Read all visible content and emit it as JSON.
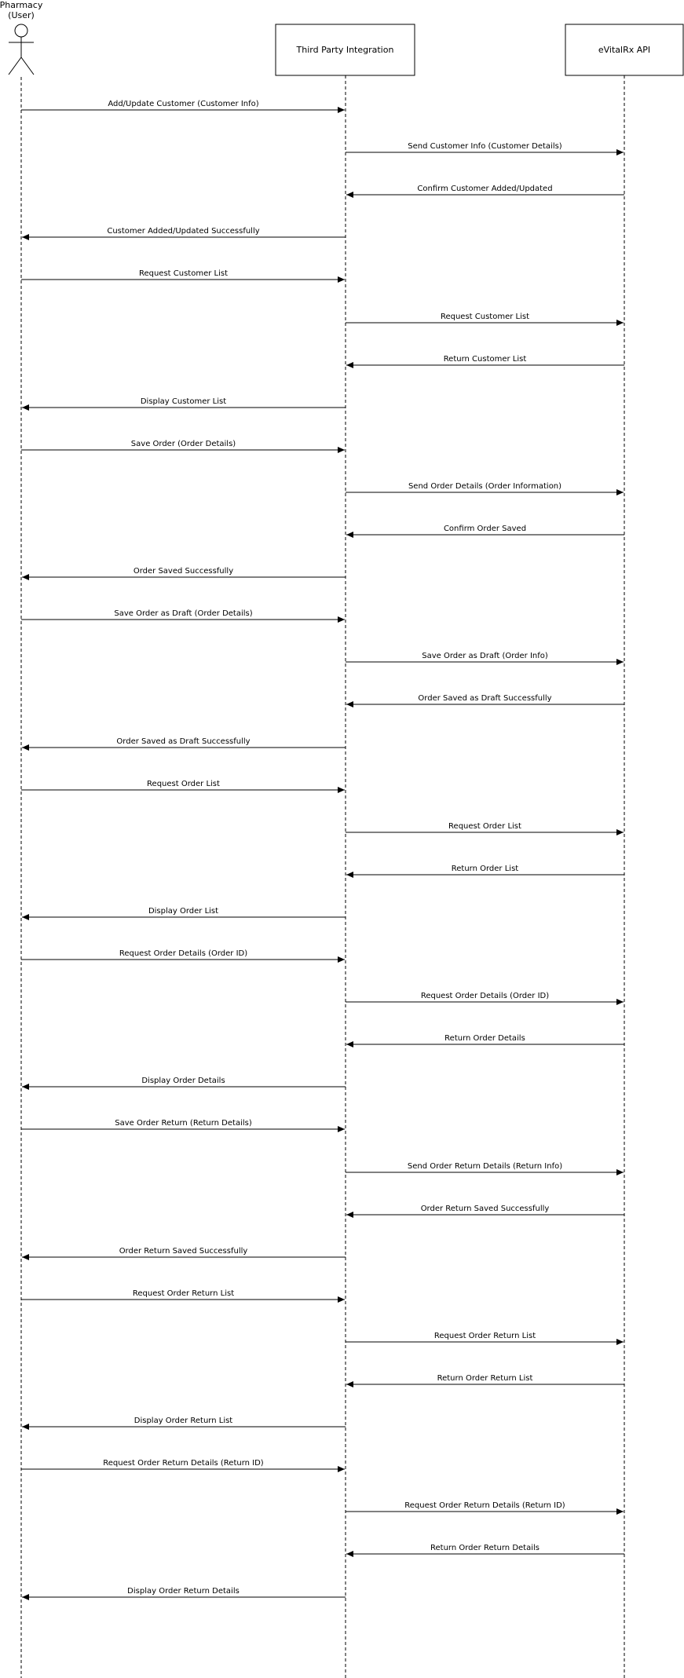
{
  "participants": [
    {
      "id": "user",
      "label_line1": "Pharmacy",
      "label_line2": "(User)",
      "kind": "actor"
    },
    {
      "id": "tpi",
      "label": "Third Party Integration",
      "kind": "box"
    },
    {
      "id": "api",
      "label": "eVitalRx API",
      "kind": "box"
    }
  ],
  "messages": [
    {
      "from": "user",
      "to": "tpi",
      "text": "Add/Update Customer (Customer Info)"
    },
    {
      "from": "tpi",
      "to": "api",
      "text": "Send Customer Info (Customer Details)"
    },
    {
      "from": "api",
      "to": "tpi",
      "text": "Confirm Customer Added/Updated"
    },
    {
      "from": "tpi",
      "to": "user",
      "text": "Customer Added/Updated Successfully"
    },
    {
      "from": "user",
      "to": "tpi",
      "text": "Request Customer List"
    },
    {
      "from": "tpi",
      "to": "api",
      "text": "Request Customer List"
    },
    {
      "from": "api",
      "to": "tpi",
      "text": "Return Customer List"
    },
    {
      "from": "tpi",
      "to": "user",
      "text": "Display Customer List"
    },
    {
      "from": "user",
      "to": "tpi",
      "text": "Save Order (Order Details)"
    },
    {
      "from": "tpi",
      "to": "api",
      "text": "Send Order Details (Order Information)"
    },
    {
      "from": "api",
      "to": "tpi",
      "text": "Confirm Order Saved"
    },
    {
      "from": "tpi",
      "to": "user",
      "text": "Order Saved Successfully"
    },
    {
      "from": "user",
      "to": "tpi",
      "text": "Save Order as Draft (Order Details)"
    },
    {
      "from": "tpi",
      "to": "api",
      "text": "Save Order as Draft (Order Info)"
    },
    {
      "from": "api",
      "to": "tpi",
      "text": "Order Saved as Draft Successfully"
    },
    {
      "from": "tpi",
      "to": "user",
      "text": "Order Saved as Draft Successfully"
    },
    {
      "from": "user",
      "to": "tpi",
      "text": "Request Order List"
    },
    {
      "from": "tpi",
      "to": "api",
      "text": "Request Order List"
    },
    {
      "from": "api",
      "to": "tpi",
      "text": "Return Order List"
    },
    {
      "from": "tpi",
      "to": "user",
      "text": "Display Order List"
    },
    {
      "from": "user",
      "to": "tpi",
      "text": "Request Order Details (Order ID)"
    },
    {
      "from": "tpi",
      "to": "api",
      "text": "Request Order Details (Order ID)"
    },
    {
      "from": "api",
      "to": "tpi",
      "text": "Return Order Details"
    },
    {
      "from": "tpi",
      "to": "user",
      "text": "Display Order Details"
    },
    {
      "from": "user",
      "to": "tpi",
      "text": "Save Order Return (Return Details)"
    },
    {
      "from": "tpi",
      "to": "api",
      "text": "Send Order Return Details (Return Info)"
    },
    {
      "from": "api",
      "to": "tpi",
      "text": "Order Return Saved Successfully"
    },
    {
      "from": "tpi",
      "to": "user",
      "text": "Order Return Saved Successfully"
    },
    {
      "from": "user",
      "to": "tpi",
      "text": "Request Order Return List"
    },
    {
      "from": "tpi",
      "to": "api",
      "text": "Request Order Return List"
    },
    {
      "from": "api",
      "to": "tpi",
      "text": "Return Order Return List"
    },
    {
      "from": "tpi",
      "to": "user",
      "text": "Display Order Return List"
    },
    {
      "from": "user",
      "to": "tpi",
      "text": "Request Order Return Details (Return ID)"
    },
    {
      "from": "tpi",
      "to": "api",
      "text": "Request Order Return Details (Return ID)"
    },
    {
      "from": "api",
      "to": "tpi",
      "text": "Return Order Return Details"
    },
    {
      "from": "tpi",
      "to": "user",
      "text": "Display Order Return Details"
    }
  ]
}
